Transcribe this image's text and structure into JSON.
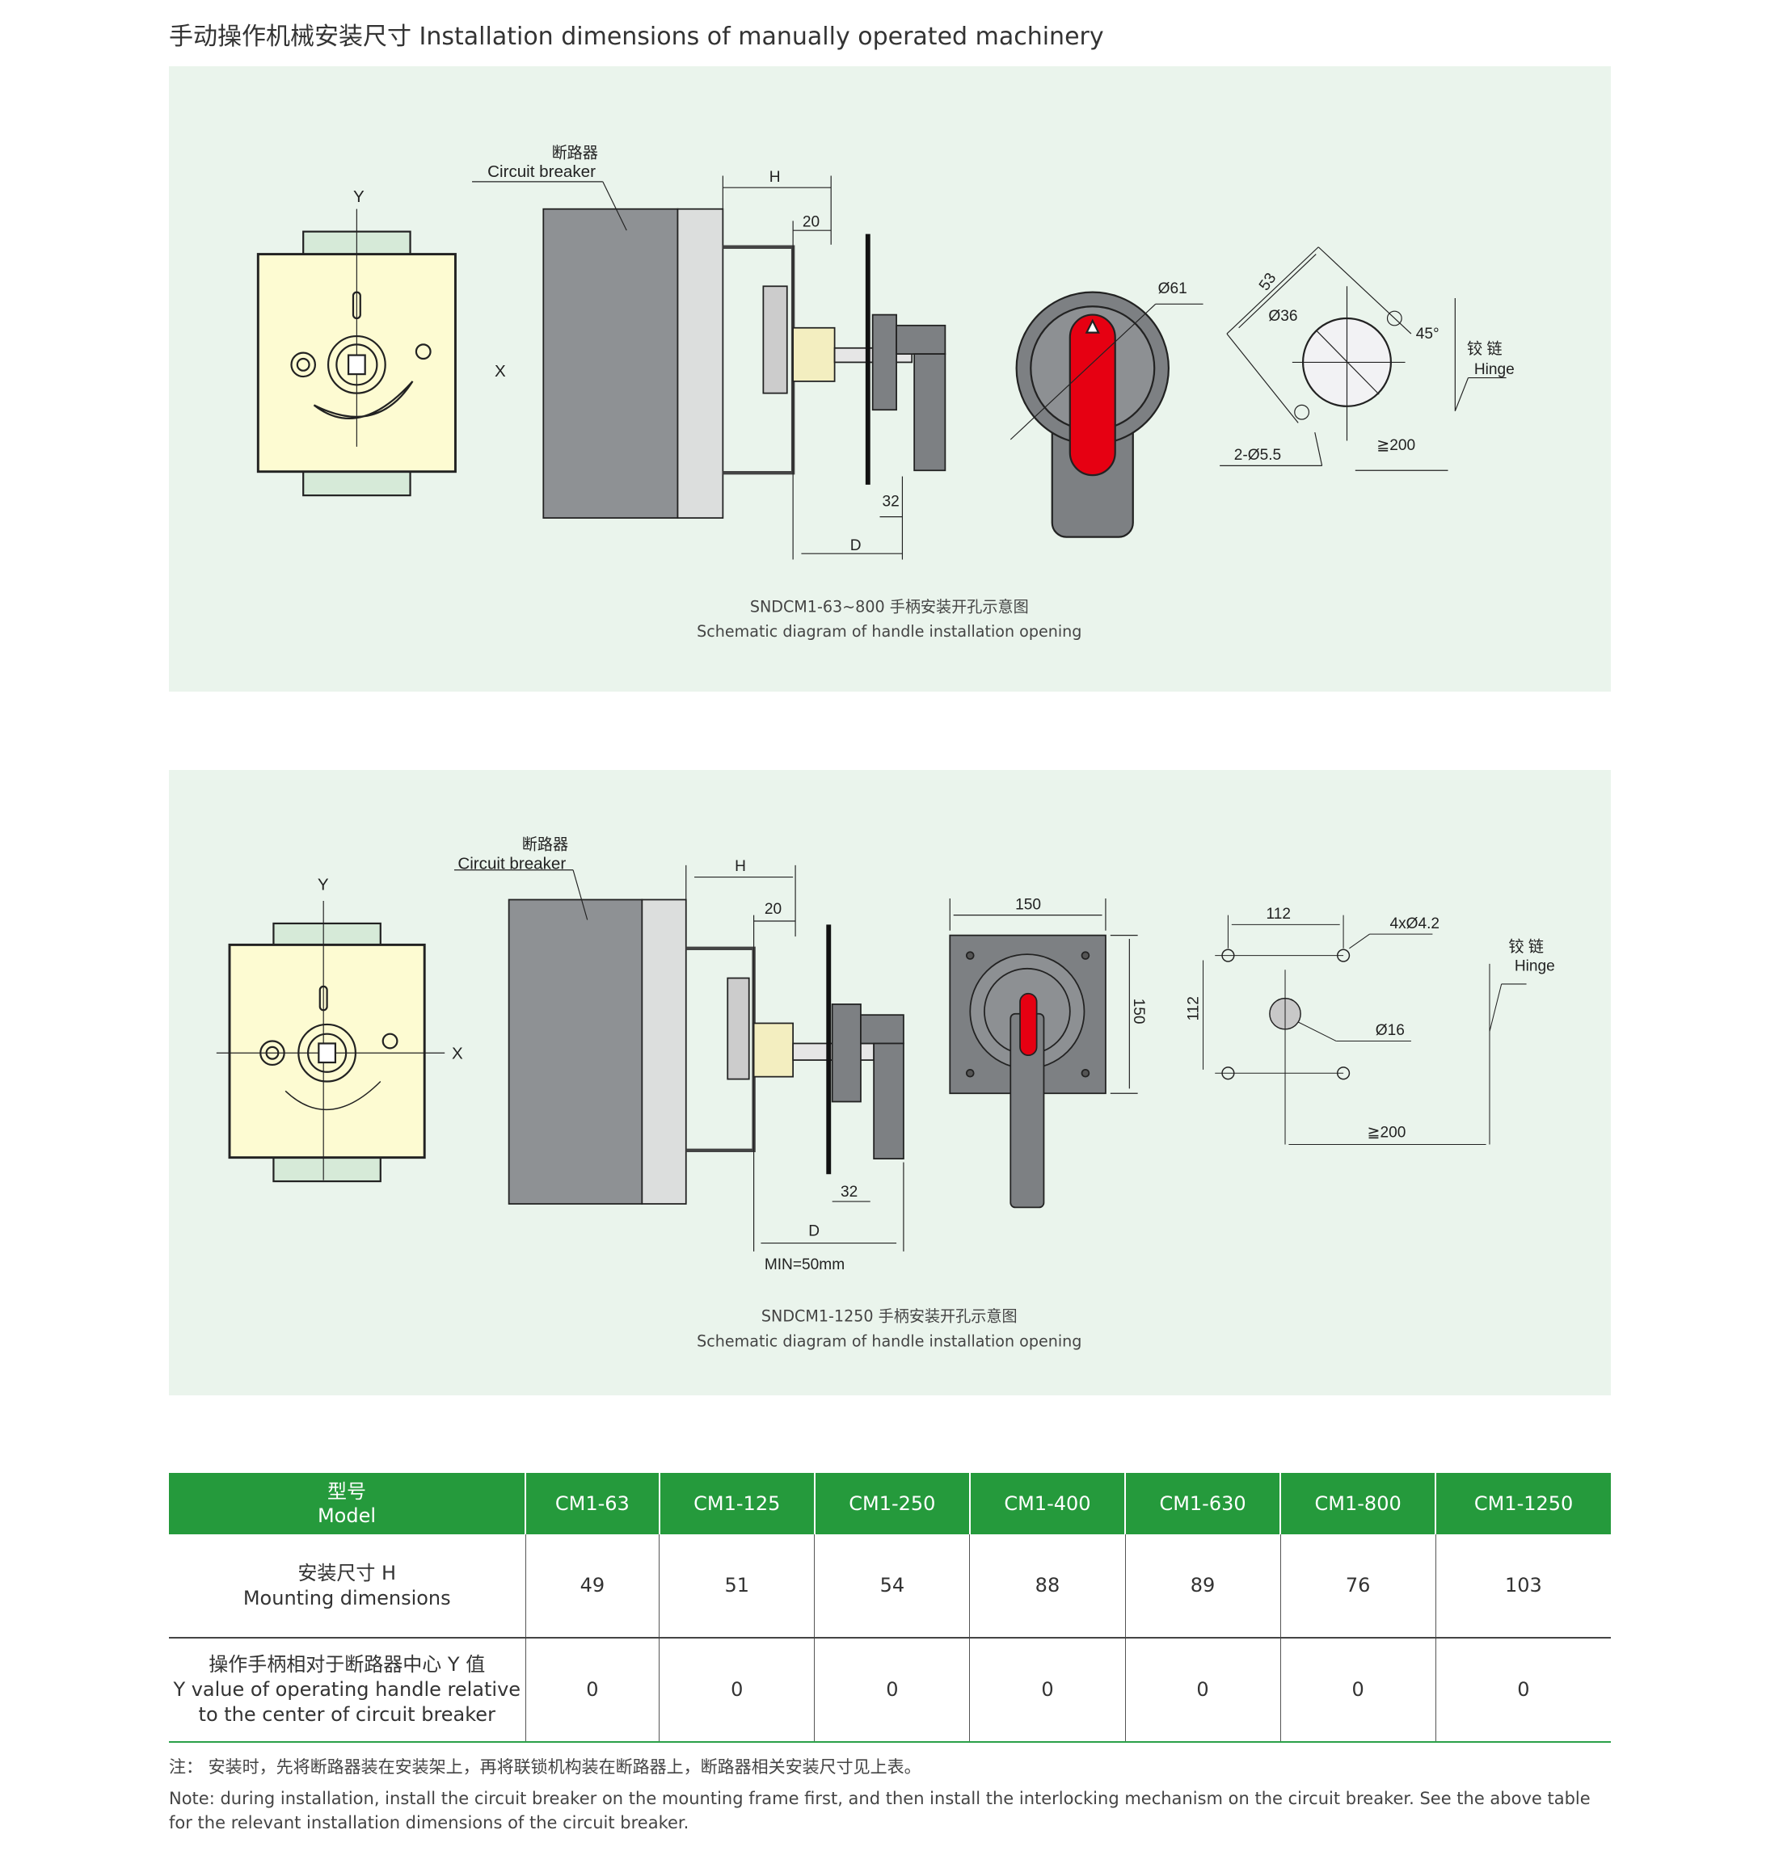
{
  "title": "手动操作机械安装尺寸 Installation dimensions of manually operated machinery",
  "diagram1": {
    "cb_cn": "断路器",
    "cb_en": "Circuit breaker",
    "y": "Y",
    "x": "X",
    "h": "H",
    "d20": "20",
    "d32": "32",
    "d": "D",
    "phi61": "Ø61",
    "d53": "53",
    "phi36": "Ø36",
    "angle45": "45°",
    "hinge_cn": "铰 链",
    "hinge_en": "Hinge",
    "holes": "2-Ø5.5",
    "min200": "≧200",
    "caption_cn": "SNDCM1-63~800 手柄安装开孔示意图",
    "caption_en": "Schematic diagram of handle installation opening"
  },
  "diagram2": {
    "cb_cn": "断路器",
    "cb_en": "Circuit breaker",
    "y": "Y",
    "x": "X",
    "h": "H",
    "d20": "20",
    "d32": "32",
    "d": "D",
    "min": "MIN=50mm",
    "d150": "150",
    "d150v": "150",
    "d112": "112",
    "d112v": "112",
    "holes": "4xØ4.2",
    "phi16": "Ø16",
    "hinge_cn": "铰 链",
    "hinge_en": "Hinge",
    "min200": "≧200",
    "caption_cn": "SNDCM1-1250 手柄安装开孔示意图",
    "caption_en": "Schematic diagram of handle installation opening"
  },
  "table": {
    "header_cn": "型号",
    "header_en": "Model",
    "models": [
      "CM1-63",
      "CM1-125",
      "CM1-250",
      "CM1-400",
      "CM1-630",
      "CM1-800",
      "CM1-1250"
    ],
    "rows": [
      {
        "label_cn": "安装尺寸 H",
        "label_en": "Mounting dimensions",
        "values": [
          "49",
          "51",
          "54",
          "88",
          "89",
          "76",
          "103"
        ]
      },
      {
        "label_cn": "操作手柄相对于断路器中心 Y 值",
        "label_en1": "Y value of operating handle relative",
        "label_en2": "to the center of circuit breaker",
        "values": [
          "0",
          "0",
          "0",
          "0",
          "0",
          "0",
          "0"
        ]
      }
    ]
  },
  "notes": {
    "cn": "注：  安装时，先将断路器装在安装架上，再将联锁机构装在断路器上，断路器相关安装尺寸见上表。",
    "en": "Note: during installation, install the circuit breaker on the mounting frame first, and then install the interlocking mechanism on the circuit breaker. See the above table for the relevant installation dimensions of the circuit breaker."
  }
}
